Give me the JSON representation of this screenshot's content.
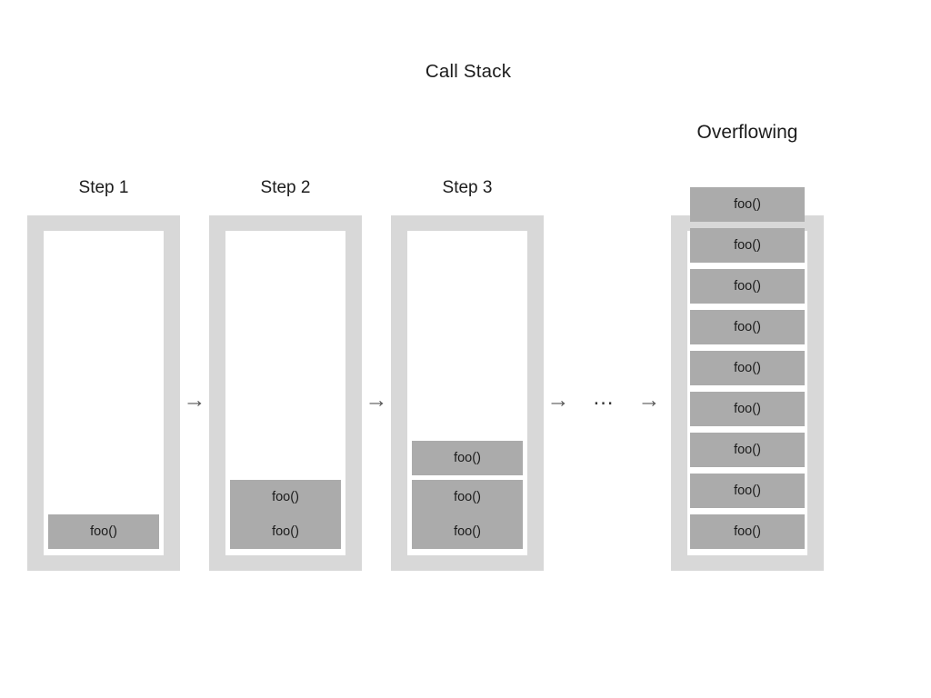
{
  "diagram": {
    "title": "Call Stack",
    "overflow_title": "Overflowing",
    "frame_color": "#d8d8d8",
    "box_color": "#ababab",
    "background": "#ffffff",
    "arrow_glyph": "→",
    "ellipsis_glyph": "…"
  },
  "columns": [
    {
      "label": "Step 1",
      "frames": 1,
      "boxes": [
        {
          "label": "foo()"
        }
      ]
    },
    {
      "label": "Step 2",
      "frames": 2,
      "boxes": [
        {
          "label": "foo()"
        },
        {
          "label": "foo()"
        }
      ]
    },
    {
      "label": "Step 3",
      "frames": 3,
      "boxes": [
        {
          "label": "foo()"
        },
        {
          "label": "foo()"
        },
        {
          "label": "foo()"
        }
      ]
    }
  ],
  "overflow_column": {
    "label": "Overflowing",
    "frames": 9,
    "boxes": [
      {
        "label": "foo()"
      },
      {
        "label": "foo()"
      },
      {
        "label": "foo()"
      },
      {
        "label": "foo()"
      },
      {
        "label": "foo()"
      },
      {
        "label": "foo()"
      },
      {
        "label": "foo()"
      },
      {
        "label": "foo()"
      },
      {
        "label": "foo()"
      }
    ]
  },
  "connectors": [
    {
      "kind": "arrow",
      "glyph": "→"
    },
    {
      "kind": "arrow",
      "glyph": "→"
    },
    {
      "kind": "arrow",
      "glyph": "→"
    },
    {
      "kind": "ellipsis",
      "glyph": "…"
    },
    {
      "kind": "arrow",
      "glyph": "→"
    }
  ]
}
